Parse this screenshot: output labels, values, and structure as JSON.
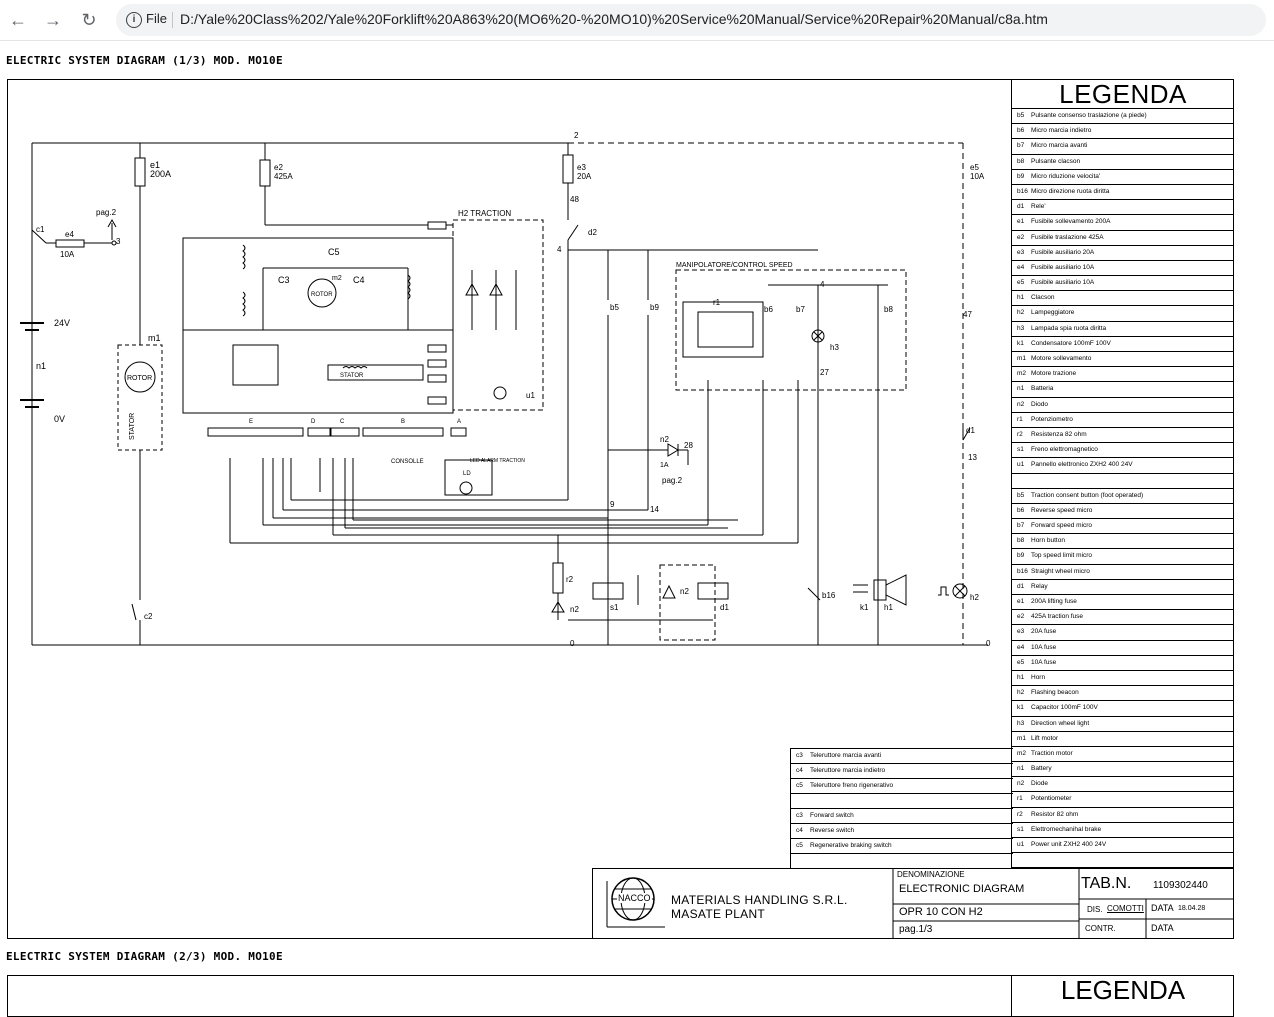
{
  "browser": {
    "scheme_label": "File",
    "url": "D:/Yale%20Class%202/Yale%20Forklift%20A863%20(MO6%20-%20MO10)%20Service%20Manual/Service%20Repair%20Manual/c8a.htm"
  },
  "page": {
    "heading1": "ELECTRIC SYSTEM DIAGRAM (1/3) MOD. MO10E",
    "heading2": "ELECTRIC SYSTEM DIAGRAM (2/3) MOD. MO10E"
  },
  "legend": {
    "title": "LEGENDA",
    "title2": "LEGENDA",
    "italian": [
      {
        "code": "b5",
        "text": "Pulsante consenso traslazione (a piede)"
      },
      {
        "code": "b6",
        "text": "Micro marcia indietro"
      },
      {
        "code": "b7",
        "text": "Micro marcia avanti"
      },
      {
        "code": "b8",
        "text": "Pulsante clacson"
      },
      {
        "code": "b9",
        "text": "Micro riduzione velocita'"
      },
      {
        "code": "b16",
        "text": "Micro direzione ruota diritta"
      },
      {
        "code": "d1",
        "text": "Rele'"
      },
      {
        "code": "e1",
        "text": "Fusibile sollevamento 200A"
      },
      {
        "code": "e2",
        "text": "Fusibile traslazione 425A"
      },
      {
        "code": "e3",
        "text": "Fusibile ausiliario 20A"
      },
      {
        "code": "e4",
        "text": "Fusibile ausiliario 10A"
      },
      {
        "code": "e5",
        "text": "Fusibile ausiliario 10A"
      },
      {
        "code": "h1",
        "text": "Clacson"
      },
      {
        "code": "h2",
        "text": "Lampeggiatore"
      },
      {
        "code": "h3",
        "text": "Lampada spia ruota diritta"
      },
      {
        "code": "k1",
        "text": "Condensatore 100mF 100V"
      },
      {
        "code": "m1",
        "text": "Motore sollevamento"
      },
      {
        "code": "m2",
        "text": "Motore trazione"
      },
      {
        "code": "n1",
        "text": "Batteria"
      },
      {
        "code": "n2",
        "text": "Diodo"
      },
      {
        "code": "r1",
        "text": "Potenziometro"
      },
      {
        "code": "r2",
        "text": "Resistenza 82 ohm"
      },
      {
        "code": "s1",
        "text": "Freno elettromagnetico"
      },
      {
        "code": "u1",
        "text": "Pannello elettronico ZXH2 400 24V"
      },
      {
        "code": "",
        "text": ""
      }
    ],
    "english": [
      {
        "code": "b5",
        "text": "Traction consent button (foot operated)"
      },
      {
        "code": "b6",
        "text": "Reverse speed micro"
      },
      {
        "code": "b7",
        "text": "Forward speed micro"
      },
      {
        "code": "b8",
        "text": "Horn button"
      },
      {
        "code": "b9",
        "text": "Top speed limit micro"
      },
      {
        "code": "b16",
        "text": "Straight wheel micro"
      },
      {
        "code": "d1",
        "text": "Relay"
      },
      {
        "code": "e1",
        "text": "200A lifting fuse"
      },
      {
        "code": "e2",
        "text": "425A traction fuse"
      },
      {
        "code": "e3",
        "text": "20A fuse"
      },
      {
        "code": "e4",
        "text": "10A fuse"
      },
      {
        "code": "e5",
        "text": "10A fuse"
      },
      {
        "code": "h1",
        "text": "Horn"
      },
      {
        "code": "h2",
        "text": "Flashing beacon"
      },
      {
        "code": "k1",
        "text": "Capacitor 100mF 100V"
      },
      {
        "code": "h3",
        "text": "Direction wheel light"
      },
      {
        "code": "m1",
        "text": "Lift motor"
      },
      {
        "code": "m2",
        "text": "Traction motor"
      },
      {
        "code": "n1",
        "text": "Battery"
      },
      {
        "code": "n2",
        "text": "Diode"
      },
      {
        "code": "r1",
        "text": "Potentiometer"
      },
      {
        "code": "r2",
        "text": "Resistor 82 ohm"
      },
      {
        "code": "s1",
        "text": "Elettromechanihal brake"
      },
      {
        "code": "u1",
        "text": "Power unit ZXH2 400 24V"
      },
      {
        "code": "",
        "text": ""
      }
    ],
    "extra": [
      {
        "code": "c3",
        "text": "Teleruttore marcia avanti"
      },
      {
        "code": "c4",
        "text": "Teleruttore marcia indietro"
      },
      {
        "code": "c5",
        "text": "Teleruttore freno rigenerativo"
      },
      {
        "code": "",
        "text": ""
      },
      {
        "code": "c3",
        "text": "Forward switch"
      },
      {
        "code": "c4",
        "text": "Reverse switch"
      },
      {
        "code": "c5",
        "text": "Regenerative braking switch"
      },
      {
        "code": "",
        "text": ""
      }
    ]
  },
  "title_block": {
    "company": "MATERIALS HANDLING S.R.L.",
    "plant": "MASATE PLANT",
    "logo_text": "NACCO",
    "denominazione_label": "DENOMINAZIONE",
    "doc_title": "ELECTRONIC DIAGRAM",
    "model": "OPR 10 CON H2",
    "page": "pag.1/3",
    "tab_label": "TAB.N.",
    "tab_number": "1109302440",
    "dis_label": "DIS.",
    "dis_value": "COMOTTI",
    "data_label": "DATA",
    "data_value": "18.04.28",
    "contr_label": "CONTR.",
    "data2_label": "DATA"
  },
  "schematic": {
    "fuse_e1": "e1",
    "fuse_e1_val": "200A",
    "fuse_e2": "e2",
    "fuse_e2_val": "425A",
    "fuse_e3": "e3",
    "fuse_e3_val": "20A",
    "fuse_e4": "e4",
    "fuse_e4_val": "10A",
    "fuse_e5": "e5",
    "fuse_e5_val": "10A",
    "battery_pos": "24V",
    "battery_neg": "0V",
    "battery_label": "n1",
    "c1": "c1",
    "c2": "c2",
    "pag2": "pag.2",
    "pag2b": "pag.2",
    "m1": "m1",
    "rotor": "ROTOR",
    "stator": "STATOR",
    "rotor2": "ROTOR",
    "stator2": "STATOR",
    "h2traction": "H2 TRACTION",
    "manip": "MANIPOLATORE/CONTROL SPEED",
    "c3": "C3",
    "c4": "C4",
    "c5": "C5",
    "m2": "m2",
    "d2": "d2",
    "n2": "n2",
    "s1": "s1",
    "d1": "d1",
    "r1": "r1",
    "r2": "r2",
    "b5": "b5",
    "b6": "b6",
    "b7": "b7",
    "b8": "b8",
    "b9": "b9",
    "b16": "b16",
    "h1": "h1",
    "h2": "h2",
    "h3": "h3",
    "k1": "k1",
    "u1": "u1",
    "consolle": "CONSOLLE",
    "led_alarm": "LED ALARM TRACTION",
    "ld": "LD",
    "n2_val": "1A",
    "node2": "2",
    "node0a": "0",
    "node0b": "0",
    "node4a": "4",
    "node4b": "4",
    "node48": "48",
    "node47": "47",
    "node28": "28",
    "node9": "9",
    "node14": "14",
    "node13": "13",
    "node3": "3",
    "node27": "27",
    "conn_e": "E",
    "conn_d": "D",
    "conn_c": "C",
    "conn_b": "B",
    "conn_a": "A"
  }
}
